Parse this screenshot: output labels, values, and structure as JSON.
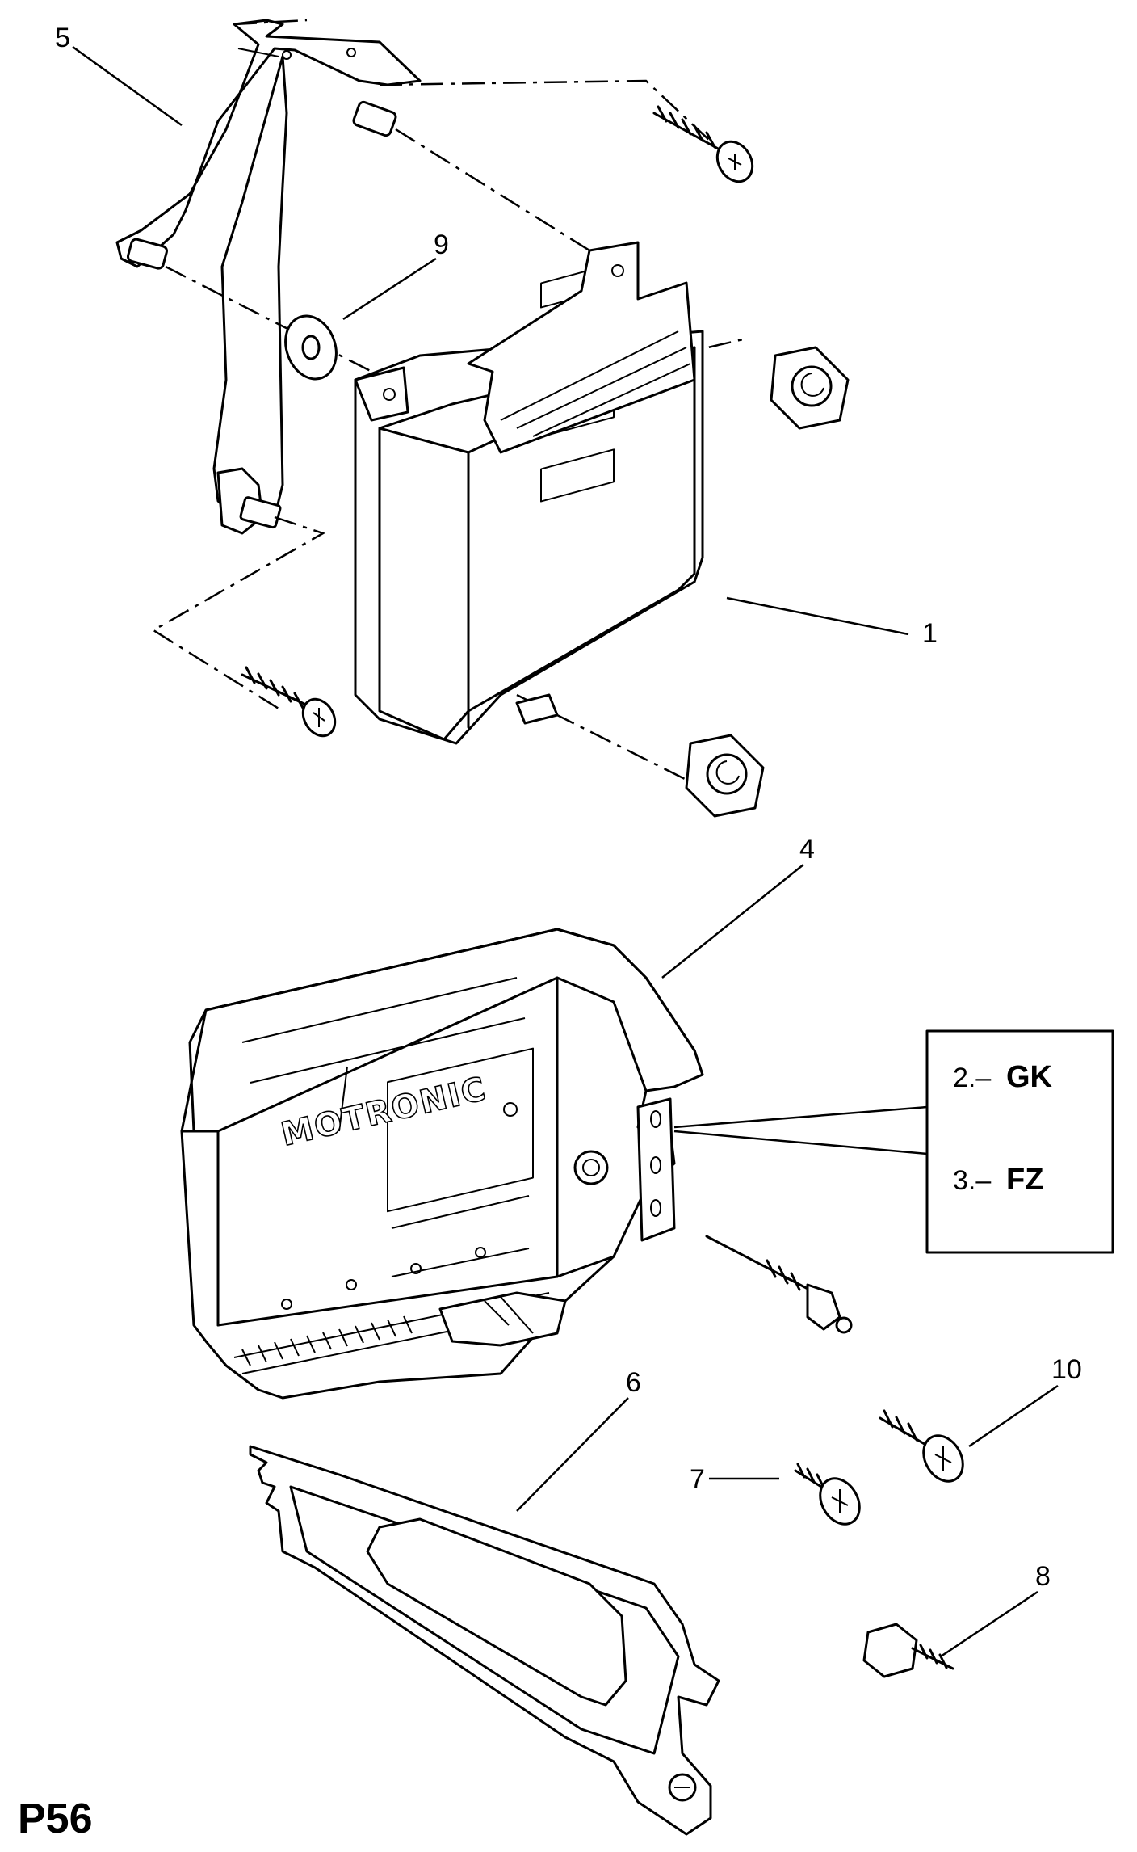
{
  "page_code": "P56",
  "callouts": {
    "c1": "1",
    "c4": "4",
    "c5": "5",
    "c6": "6",
    "c7": "7",
    "c8": "8",
    "c9": "9",
    "c10": "10"
  },
  "legend": {
    "row1_prefix": "2.–",
    "row1_code": "GK",
    "row2_prefix": "3.–",
    "row2_code": "FZ"
  },
  "unit_label": "MOTRONIC"
}
